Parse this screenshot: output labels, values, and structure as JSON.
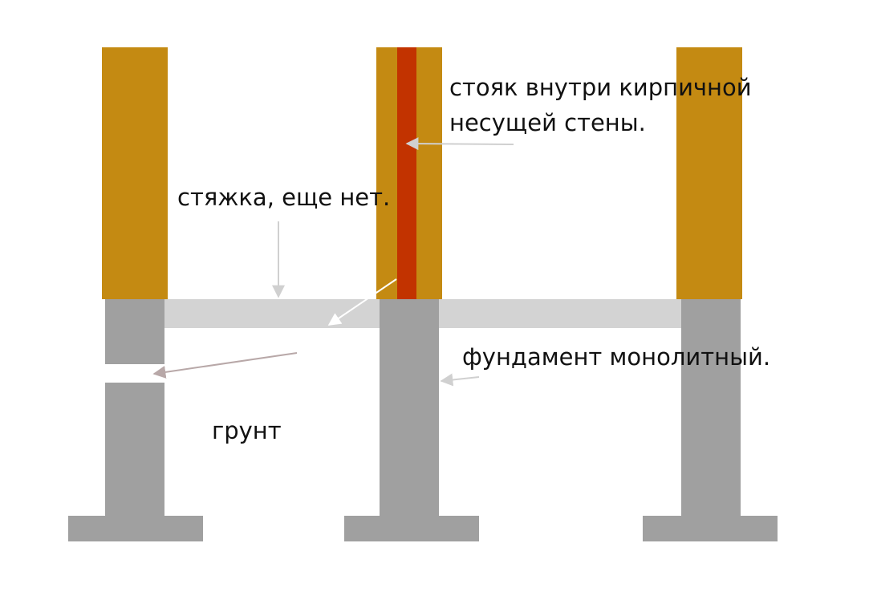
{
  "labels": {
    "riser_line1": "стояк внутри кирпичной",
    "riser_line2": "несущей стены.",
    "screed": "стяжка, еще нет.",
    "foundation": "фундамент монолитный.",
    "ground": "грунт"
  },
  "colors": {
    "brick_wall": "#c48a12",
    "riser_pipe": "#c23300",
    "foundation": "#a0a0a0",
    "screed": "#d3d3d3",
    "arrow_light": "#d0d0d0",
    "arrow_pinkish": "#b8a8a8",
    "text": "#111111"
  }
}
